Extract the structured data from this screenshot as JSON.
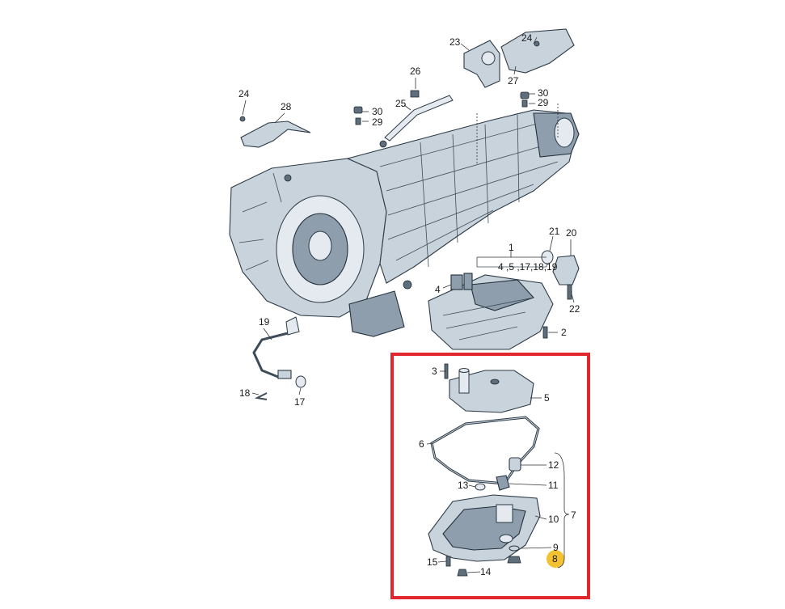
{
  "callouts": {
    "c1": "1",
    "c1_sub": "4 ,5 ,17,18,19",
    "c2": "2",
    "c3": "3",
    "c4": "4",
    "c5": "5",
    "c6": "6",
    "c7": "7",
    "c8": "8",
    "c9": "9",
    "c10": "10",
    "c11": "11",
    "c12": "12",
    "c13": "13",
    "c14": "14",
    "c15": "15",
    "c17": "17",
    "c18": "18",
    "c19": "19",
    "c20": "20",
    "c21": "21",
    "c22": "22",
    "c23": "23",
    "c24a": "24",
    "c24b": "24",
    "c25": "25",
    "c26": "26",
    "c27": "27",
    "c28": "28",
    "c29a": "29",
    "c29b": "29",
    "c30a": "30",
    "c30b": "30"
  },
  "colors": {
    "highlight_box": "#e1262d",
    "highlight_marker": "#f2c230"
  }
}
